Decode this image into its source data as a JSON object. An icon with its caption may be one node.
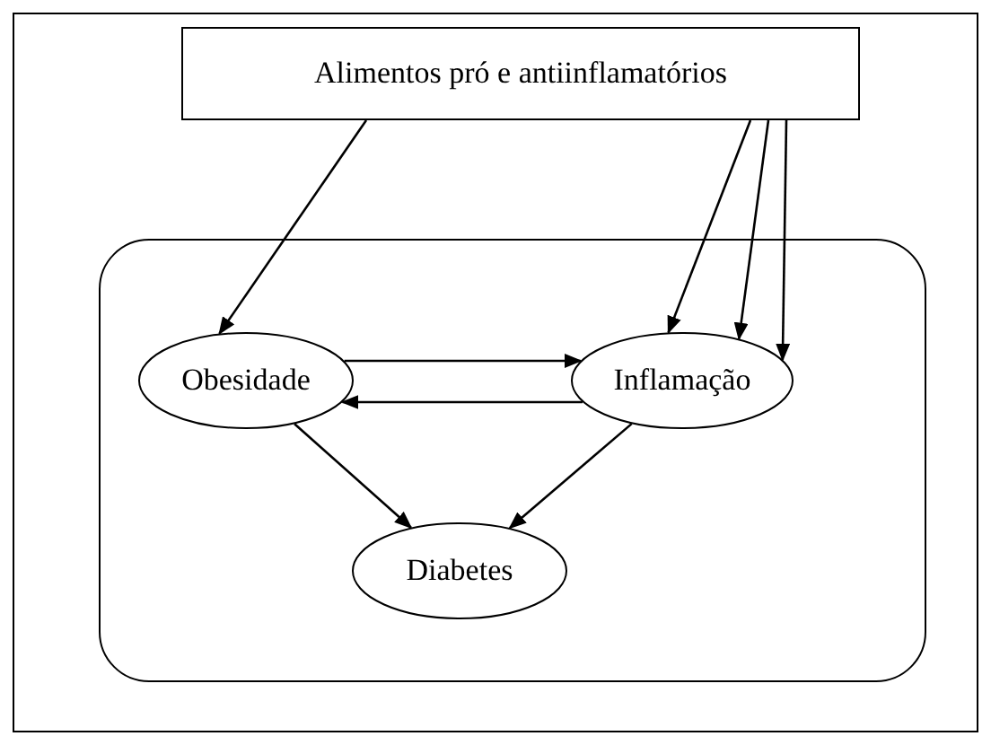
{
  "diagram": {
    "nodes": [
      {
        "text": [
          "Alimentos pró e antiinflamatórios"
        ]
      },
      {
        "text": [],
        "shape": "box"
      },
      {
        "text": [
          "Obesidade"
        ],
        "in": 1
      },
      {
        "text": [
          "Inflamação"
        ],
        "in": 1
      },
      {
        "text": [
          "Diabetes"
        ],
        "in": 1
      }
    ],
    "edges": [
      {
        "from": 0,
        "to": 2,
        "arrow": "to"
      },
      {
        "from": 0,
        "to": 3,
        "arrow": "to"
      },
      {
        "from": 0,
        "to": 3,
        "arrow": "to"
      },
      {
        "from": 0,
        "to": 3,
        "arrow": "to"
      },
      {
        "from": 2,
        "to": 3,
        "arrow": "to"
      },
      {
        "from": 3,
        "to": 2,
        "arrow": "to"
      },
      {
        "from": 2,
        "to": 4,
        "arrow": "to"
      },
      {
        "from": 3,
        "to": 4,
        "arrow": "to"
      }
    ]
  }
}
